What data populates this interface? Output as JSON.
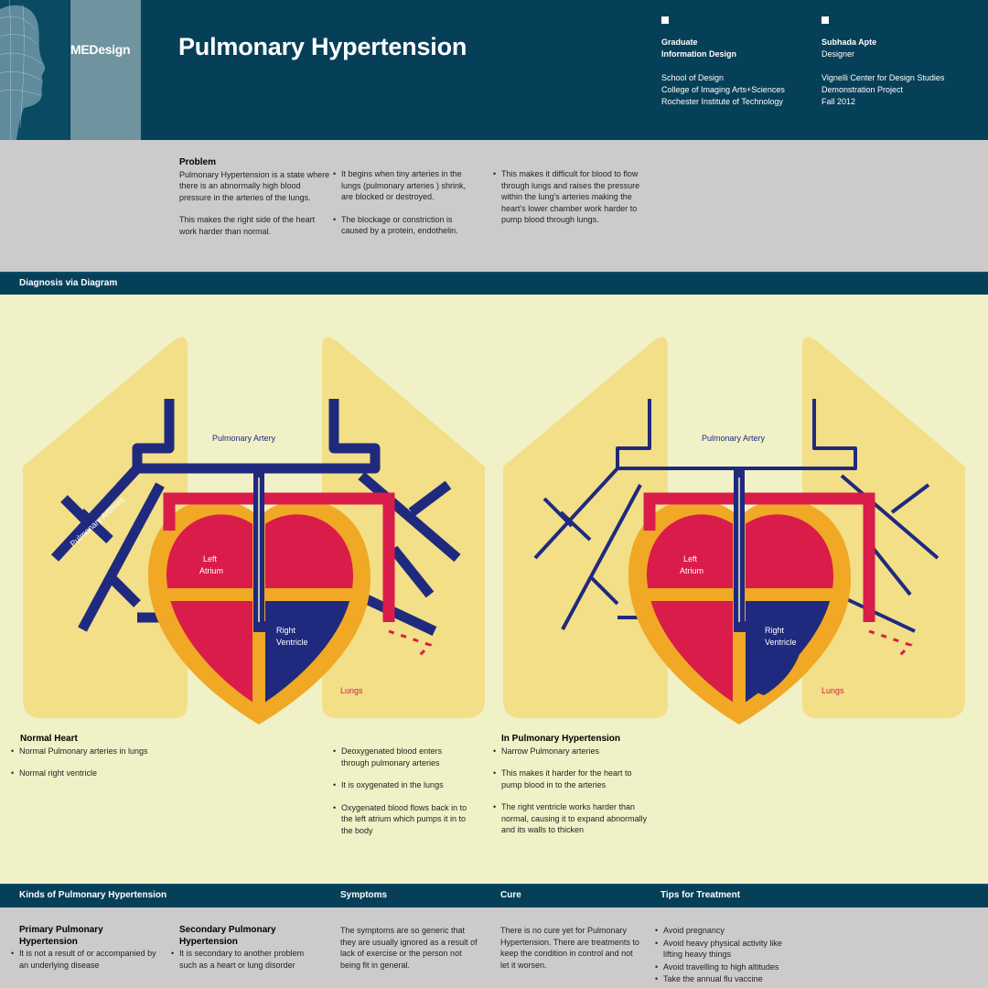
{
  "header": {
    "brand": "MEDesign",
    "title": "Pulmonary Hypertension",
    "col1": {
      "heading1": "Graduate",
      "heading2": "Information Design",
      "lines": [
        "School of Design",
        "College of Imaging Arts+Sciences",
        "Rochester Institute of Technology"
      ]
    },
    "col2": {
      "heading": "Subhada Apte",
      "role": "Designer",
      "lines": [
        "Vignelli Center for Design Studies",
        "Demonstration Project",
        "Fall 2012"
      ]
    }
  },
  "problem": {
    "heading": "Problem",
    "p1": "Pulmonary Hypertension is a state where there is an abnormally high blood pressure in the arteries of the lungs.",
    "p2": "This makes the right side of the heart work harder than normal.",
    "bullets_col2": [
      "It begins when tiny arteries in the lungs (pulmonary arteries ) shrink, are blocked or destroyed.",
      "The blockage or constriction is caused by a protein, endothelin."
    ],
    "bullets_col3": [
      "This makes it difficult for blood to flow through lungs and raises the pressure within the lung's arteries making the heart's lower chamber work harder to pump blood through lungs."
    ]
  },
  "diagnosis": {
    "bar_title": "Diagnosis via Diagram",
    "labels": {
      "pulmonary_artery": "Pulmonary Artery",
      "pulmonary_arteries": "Pulmonary Arteries",
      "left_atrium_1": "Left",
      "left_atrium_2": "Atrium",
      "right_ventricle_1": "Right",
      "right_ventricle_2": "Ventricle",
      "lungs": "Lungs"
    },
    "normal": {
      "heading": "Normal Heart",
      "bullets": [
        "Normal Pulmonary arteries in lungs",
        "Normal right ventricle"
      ]
    },
    "flow": {
      "bullets": [
        "Deoxygenated blood enters through pulmonary arteries",
        "It is oxygenated in the lungs",
        "Oxygenated blood flows back in to the left atrium which pumps it in to the body"
      ]
    },
    "hypertension": {
      "heading": "In Pulmonary Hypertension",
      "bullets": [
        "Narrow Pulmonary arteries",
        "This makes it harder for the heart to pump blood in to the arteries",
        "The right ventricle works harder than normal, causing it to expand abnormally and its walls to thicken"
      ]
    },
    "colors": {
      "lung": "#f2df88",
      "heart": "#f0a825",
      "oxygenated": "#da1c4a",
      "deoxygenated": "#1f2a7e"
    }
  },
  "bottom": {
    "bars": {
      "kinds": "Kinds of Pulmonary Hypertension",
      "symptoms": "Symptoms",
      "cure": "Cure",
      "tips": "Tips for Treatment"
    },
    "primary": {
      "heading": "Primary Pulmonary Hypertension",
      "bullets": [
        "It is not a result of or accompanied by an underlying disease"
      ]
    },
    "secondary": {
      "heading": "Secondary Pulmonary Hypertension",
      "bullets": [
        "It is secondary to another problem such as a heart or lung disorder"
      ]
    },
    "symptoms_text": "The symptoms are so generic that they are usually ignored as a result of lack of exercise or the person not being fit in general.",
    "cure_text": "There is no cure yet for Pulmonary Hypertension. There are treatments to keep the condition in control and not let it worsen.",
    "tips": [
      "Avoid pregnancy",
      "Avoid heavy physical activity like lifting heavy things",
      "Avoid travelling to high altitudes",
      "Take the annual flu vaccine"
    ]
  }
}
